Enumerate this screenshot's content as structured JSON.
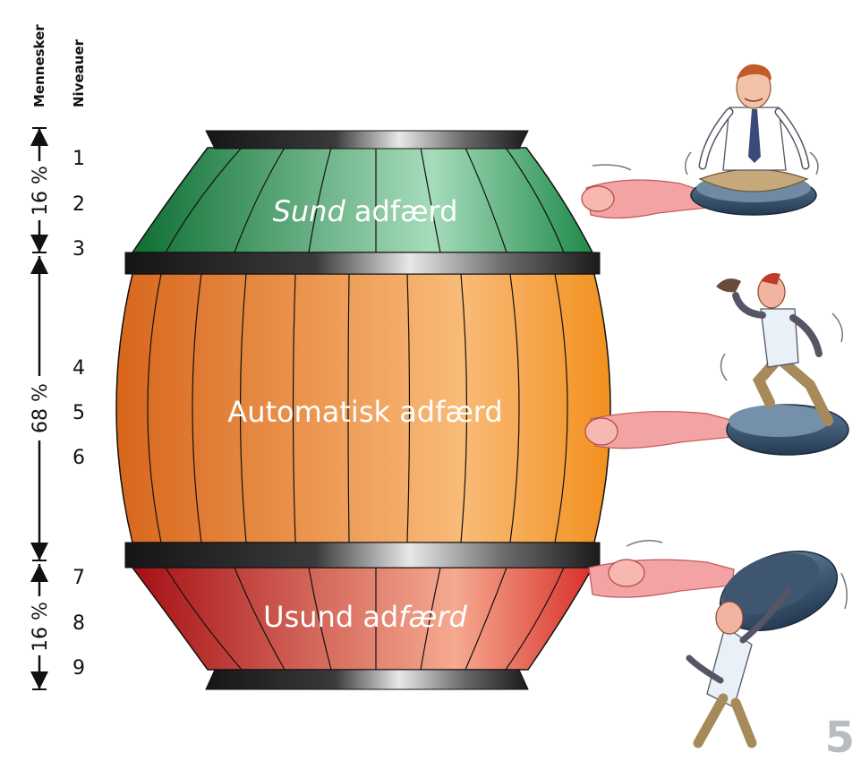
{
  "headers": {
    "people": "Mennesker",
    "levels": "Niveauer"
  },
  "groups": [
    {
      "percent": "16 %",
      "levels": [
        "1",
        "2",
        "3"
      ]
    },
    {
      "percent": "68 %",
      "levels": [
        "4",
        "5",
        "6"
      ]
    },
    {
      "percent": "16 %",
      "levels": [
        "7",
        "8",
        "9"
      ]
    }
  ],
  "segments": {
    "healthy": {
      "italic": "Sund",
      "rest": " adfærd",
      "color_dark": "#0f7a3b",
      "color_light": "#a4d9b8"
    },
    "automatic": {
      "text": "Automatisk adfærd",
      "color_dark": "#d96b20",
      "color_light": "#f9b870"
    },
    "unhealthy": {
      "plain": "Usund ad",
      "italic": "færd",
      "color_dark": "#b01418",
      "color_light": "#f5a08a"
    }
  },
  "illustrations": {
    "top": "meditating-man-on-balance-disc-icon",
    "middle": "running-man-on-balance-disc-icon",
    "bottom": "falling-man-under-balance-disc-icon"
  },
  "page_number": "5"
}
